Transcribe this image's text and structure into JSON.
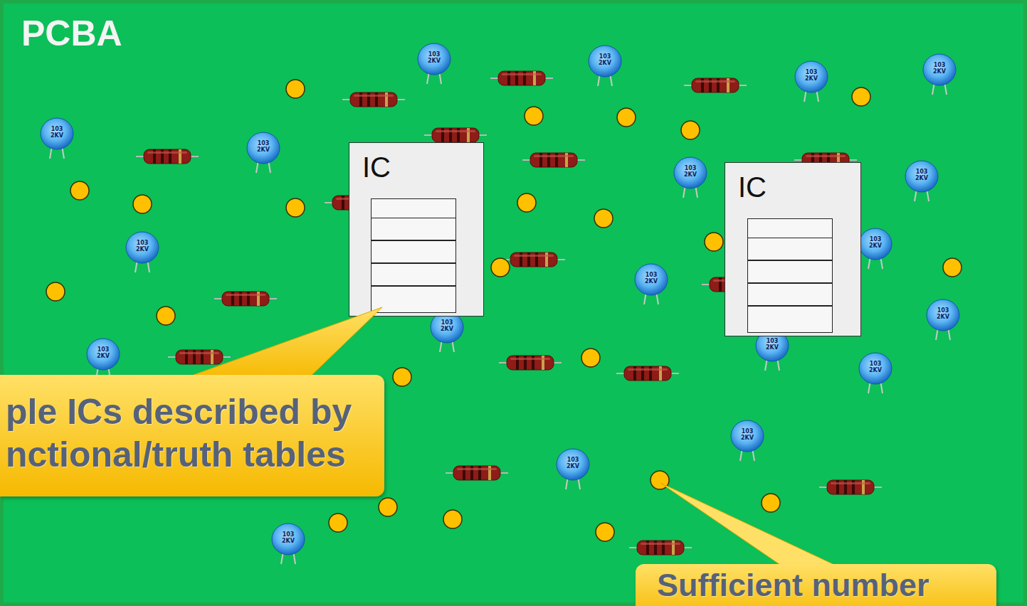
{
  "diagram": {
    "nodes": [
      {
        "text": [
          "PCBA"
        ]
      },
      {
        "text": [
          "IC"
        ],
        "in": 0
      },
      {
        "text": [
          "IC"
        ],
        "in": 0
      },
      {
        "text": [
          "ple ICs described by nctional/truth tables"
        ],
        "in": 0
      },
      {
        "text": [
          "Sufficient number"
        ],
        "in": 0
      }
    ],
    "labels": [
      "103 2KV",
      "103 2KV",
      "103 2KV",
      "103 2KV",
      "103 2KV",
      "103 2KV",
      "103 2KV",
      "103 2KV",
      "103 2KV",
      "103 2KV",
      "103 2KV",
      "103 2KV",
      "103 2KV",
      "103 2KV",
      "103 2KV",
      "103 2KV",
      "103 2KV",
      "103 2KV",
      "103 2KV"
    ]
  }
}
